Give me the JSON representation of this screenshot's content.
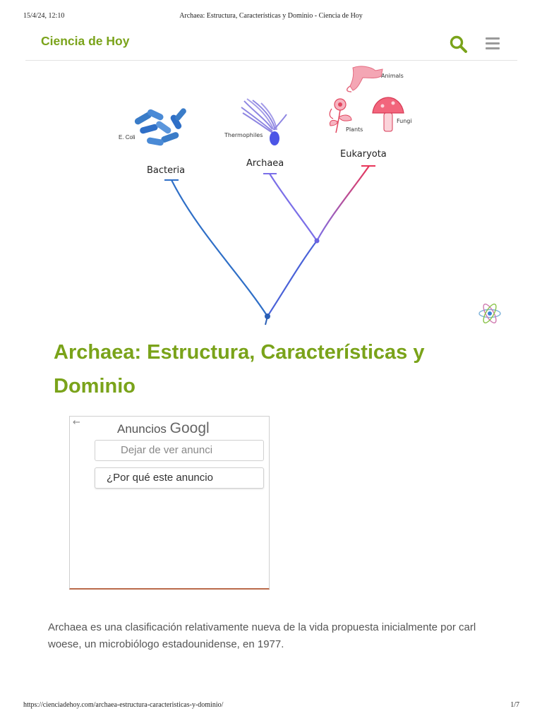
{
  "print_header": {
    "datetime": "15/4/24, 12:10",
    "page_title": "Archaea: Estructura, Características y Dominio - Ciencia de Hoy"
  },
  "site": {
    "logo_text": "Ciencia de Hoy",
    "search_icon": "search-icon",
    "menu_icon": "hamburger-menu-icon"
  },
  "hero_image": {
    "labels": {
      "bacteria": "Bacteria",
      "archaea": "Archaea",
      "eukaryota": "Eukaryota",
      "ecoli": "E. Coli",
      "thermophiles": "Thermophiles",
      "animals": "Animals",
      "plants": "Plants",
      "fungi": "Fungi"
    }
  },
  "article": {
    "title": "Archaea: Estructura, Características y Dominio",
    "intro": "Archaea es una clasificación relativamente nueva de la vida propuesta inicialmente por carl woese, un microbiólogo estadounidense, en 1977."
  },
  "ad": {
    "label": "Anuncios",
    "brand": "Googl",
    "stop_button": "Dejar de ver anunci",
    "why_button": "¿Por qué este anuncio"
  },
  "print_footer": {
    "url": "https://cienciadehoy.com/archaea-estructura-caracteristicas-y-dominio/",
    "page": "1/7"
  },
  "colors": {
    "brand_green": "#7aa31a",
    "bacteria_blue": "#2f6fc7",
    "archaea_purple": "#7b6fe8",
    "eukaryota_red": "#e8365a"
  }
}
